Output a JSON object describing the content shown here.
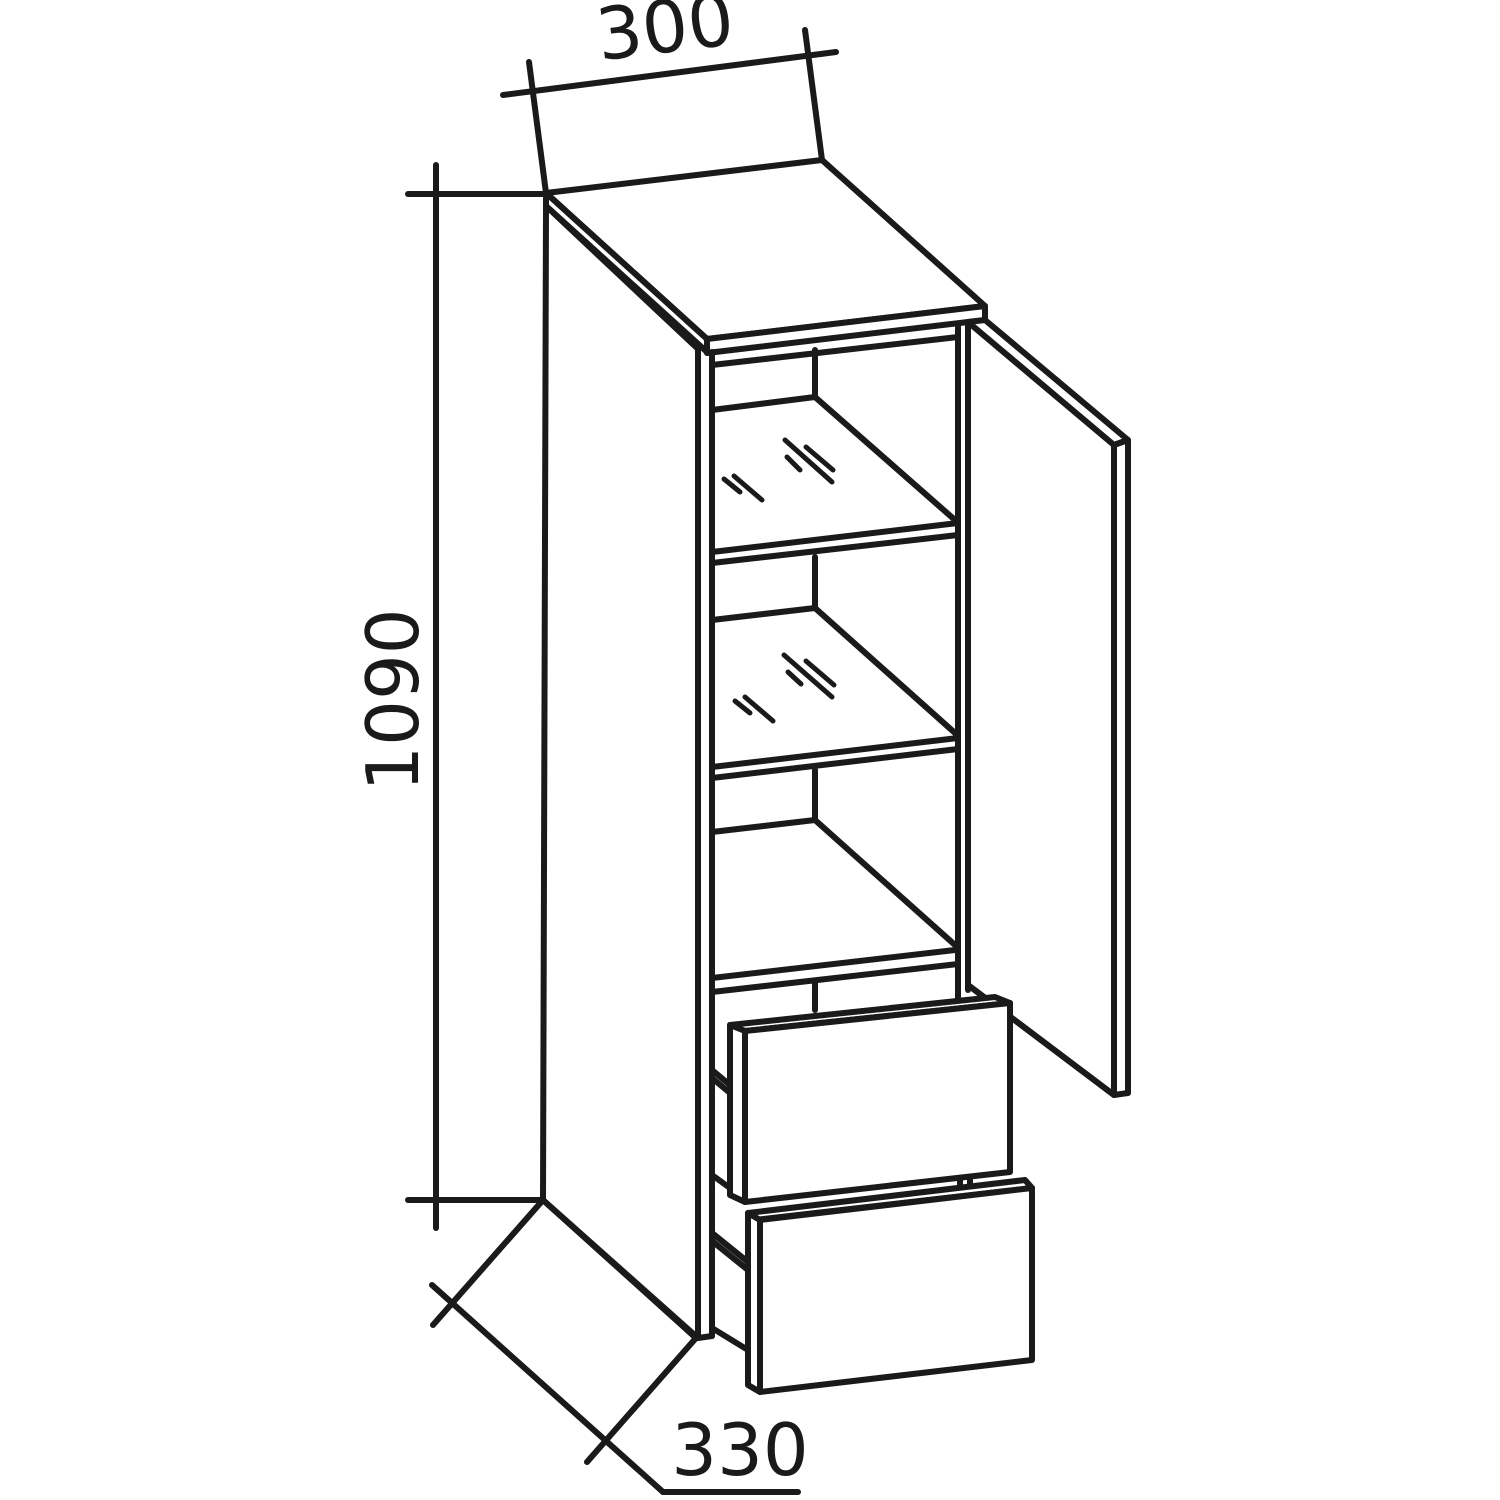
{
  "drawing": {
    "subject": "Tall cabinet with open door, two glass shelves and two drawers",
    "line_color": "#1a1a1a",
    "background": "#ffffff"
  },
  "dimensions": {
    "width": {
      "value": "300",
      "unit": "mm",
      "label": "300"
    },
    "height": {
      "value": "1090",
      "unit": "mm",
      "label": "1090"
    },
    "depth": {
      "value": "330",
      "unit": "mm",
      "label": "330"
    }
  },
  "components": {
    "shelves": [
      {
        "name": "glass-shelf-1",
        "material": "glass"
      },
      {
        "name": "glass-shelf-2",
        "material": "glass"
      },
      {
        "name": "bottom-shelf",
        "material": "panel"
      }
    ],
    "drawers": [
      {
        "name": "upper-drawer"
      },
      {
        "name": "lower-drawer"
      }
    ],
    "door": {
      "state": "open",
      "hinge": "right"
    }
  }
}
